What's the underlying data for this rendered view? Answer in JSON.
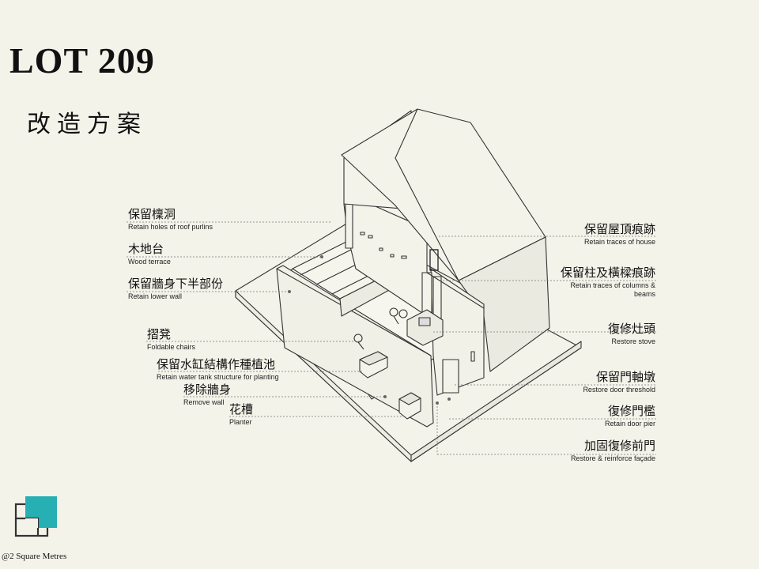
{
  "title": "LOT 209",
  "subtitle": "改造方案",
  "credit": "@2 Square Metres",
  "colors": {
    "background": "#f4f3ea",
    "line": "#333333",
    "logo_teal": "#27b0b3"
  },
  "labels": {
    "purlin_holes": {
      "zh": "保留檁洞",
      "en": "Retain holes of roof purlins"
    },
    "wood_terrace": {
      "zh": "木地台",
      "en": "Wood terrace"
    },
    "lower_wall": {
      "zh": "保留牆身下半部份",
      "en": "Retain lower wall"
    },
    "foldable_chairs": {
      "zh": "摺凳",
      "en": "Foldable chairs"
    },
    "water_tank": {
      "zh": "保留水缸結構作種植池",
      "en": "Retain water tank structure for planting"
    },
    "remove_wall": {
      "zh": "移除牆身",
      "en": "Remove wall"
    },
    "planter": {
      "zh": "花槽",
      "en": "Planter"
    },
    "roof_traces": {
      "zh": "保留屋頂痕跡",
      "en": "Retain traces of house"
    },
    "columns_beams": {
      "zh": "保留柱及橫樑痕跡",
      "en": "Retain traces of columns &",
      "en2": "beams"
    },
    "stove": {
      "zh": "復修灶頭",
      "en": "Restore stove"
    },
    "door_threshold": {
      "zh": "保留門軸墩",
      "en": "Restore door threshold"
    },
    "door_pier": {
      "zh": "復修門檻",
      "en": "Retain door pier"
    },
    "facade": {
      "zh": "加固復修前門",
      "en": "Restore & reinforce façade"
    }
  }
}
